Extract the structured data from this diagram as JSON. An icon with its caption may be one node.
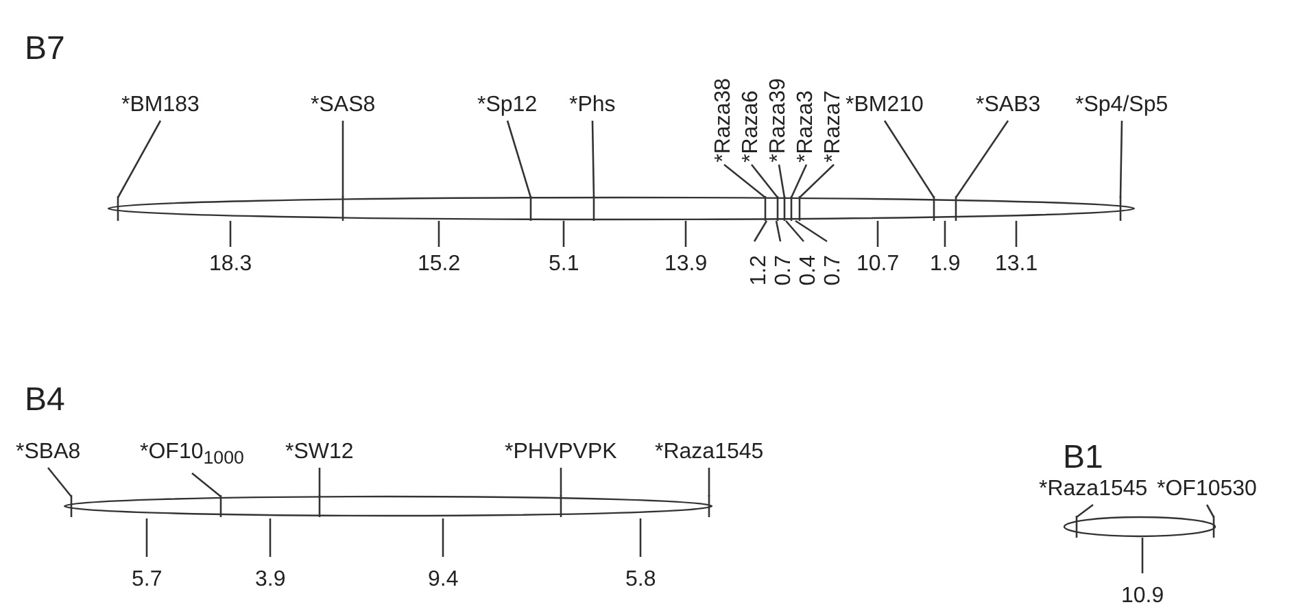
{
  "diagram": {
    "nodes": [
      {
        "text": [
          "B7"
        ],
        "beside": [
          "18.3",
          "15.2",
          "5.1",
          "13.9",
          "1.2",
          "0.7",
          "0.4",
          "0.7",
          "10.7",
          "1.9",
          "13.1"
        ]
      },
      {
        "text": [
          "*BM183"
        ]
      },
      {
        "text": [
          "*SAS8"
        ]
      },
      {
        "text": [
          "*Sp12"
        ]
      },
      {
        "text": [
          "*Phs"
        ]
      },
      {
        "text": [
          "*Raza38"
        ]
      },
      {
        "text": [
          "*Raza6"
        ]
      },
      {
        "text": [
          "*Raza39"
        ]
      },
      {
        "text": [
          "*Raza3"
        ]
      },
      {
        "text": [
          "*Raza7"
        ]
      },
      {
        "text": [
          "*BM210"
        ]
      },
      {
        "text": [
          "*SAB3"
        ]
      },
      {
        "text": [
          "*Sp4/Sp5"
        ]
      },
      {
        "text": [
          "B4"
        ],
        "beside": [
          "5.7",
          "3.9",
          "9.4",
          "5.8"
        ]
      },
      {
        "text": [
          "*SBA8"
        ]
      },
      {
        "text": [
          "*OF10$_{1000}$"
        ]
      },
      {
        "text": [
          "*SW12"
        ]
      },
      {
        "text": [
          "*PHVPVPK"
        ]
      },
      {
        "text": [
          "*Raza1545"
        ]
      },
      {
        "text": [
          "B1"
        ],
        "beside": [
          "10.9"
        ]
      },
      {
        "text": [
          "*Raza1545"
        ]
      },
      {
        "text": [
          "*OF10530"
        ]
      }
    ],
    "edges": [
      {
        "from": 1,
        "to": 0,
        "arrow": "none"
      },
      {
        "from": 2,
        "to": 0,
        "arrow": "none"
      },
      {
        "from": 3,
        "to": 0,
        "arrow": "none"
      },
      {
        "from": 4,
        "to": 0,
        "arrow": "none"
      },
      {
        "from": 5,
        "to": 0,
        "arrow": "none"
      },
      {
        "from": 6,
        "to": 0,
        "arrow": "none"
      },
      {
        "from": 7,
        "to": 0,
        "arrow": "none"
      },
      {
        "from": 8,
        "to": 0,
        "arrow": "none"
      },
      {
        "from": 9,
        "to": 0,
        "arrow": "none"
      },
      {
        "from": 10,
        "to": 0,
        "arrow": "none"
      },
      {
        "from": 11,
        "to": 0,
        "arrow": "none"
      },
      {
        "from": 12,
        "to": 0,
        "arrow": "none"
      },
      {
        "from": 14,
        "to": 13,
        "arrow": "none"
      },
      {
        "from": 15,
        "to": 13,
        "arrow": "none"
      },
      {
        "from": 16,
        "to": 13,
        "arrow": "none"
      },
      {
        "from": 17,
        "to": 13,
        "arrow": "none"
      },
      {
        "from": 18,
        "to": 13,
        "arrow": "none"
      },
      {
        "from": 20,
        "to": 19,
        "arrow": "none"
      },
      {
        "from": 21,
        "to": 19,
        "arrow": "none"
      }
    ]
  }
}
